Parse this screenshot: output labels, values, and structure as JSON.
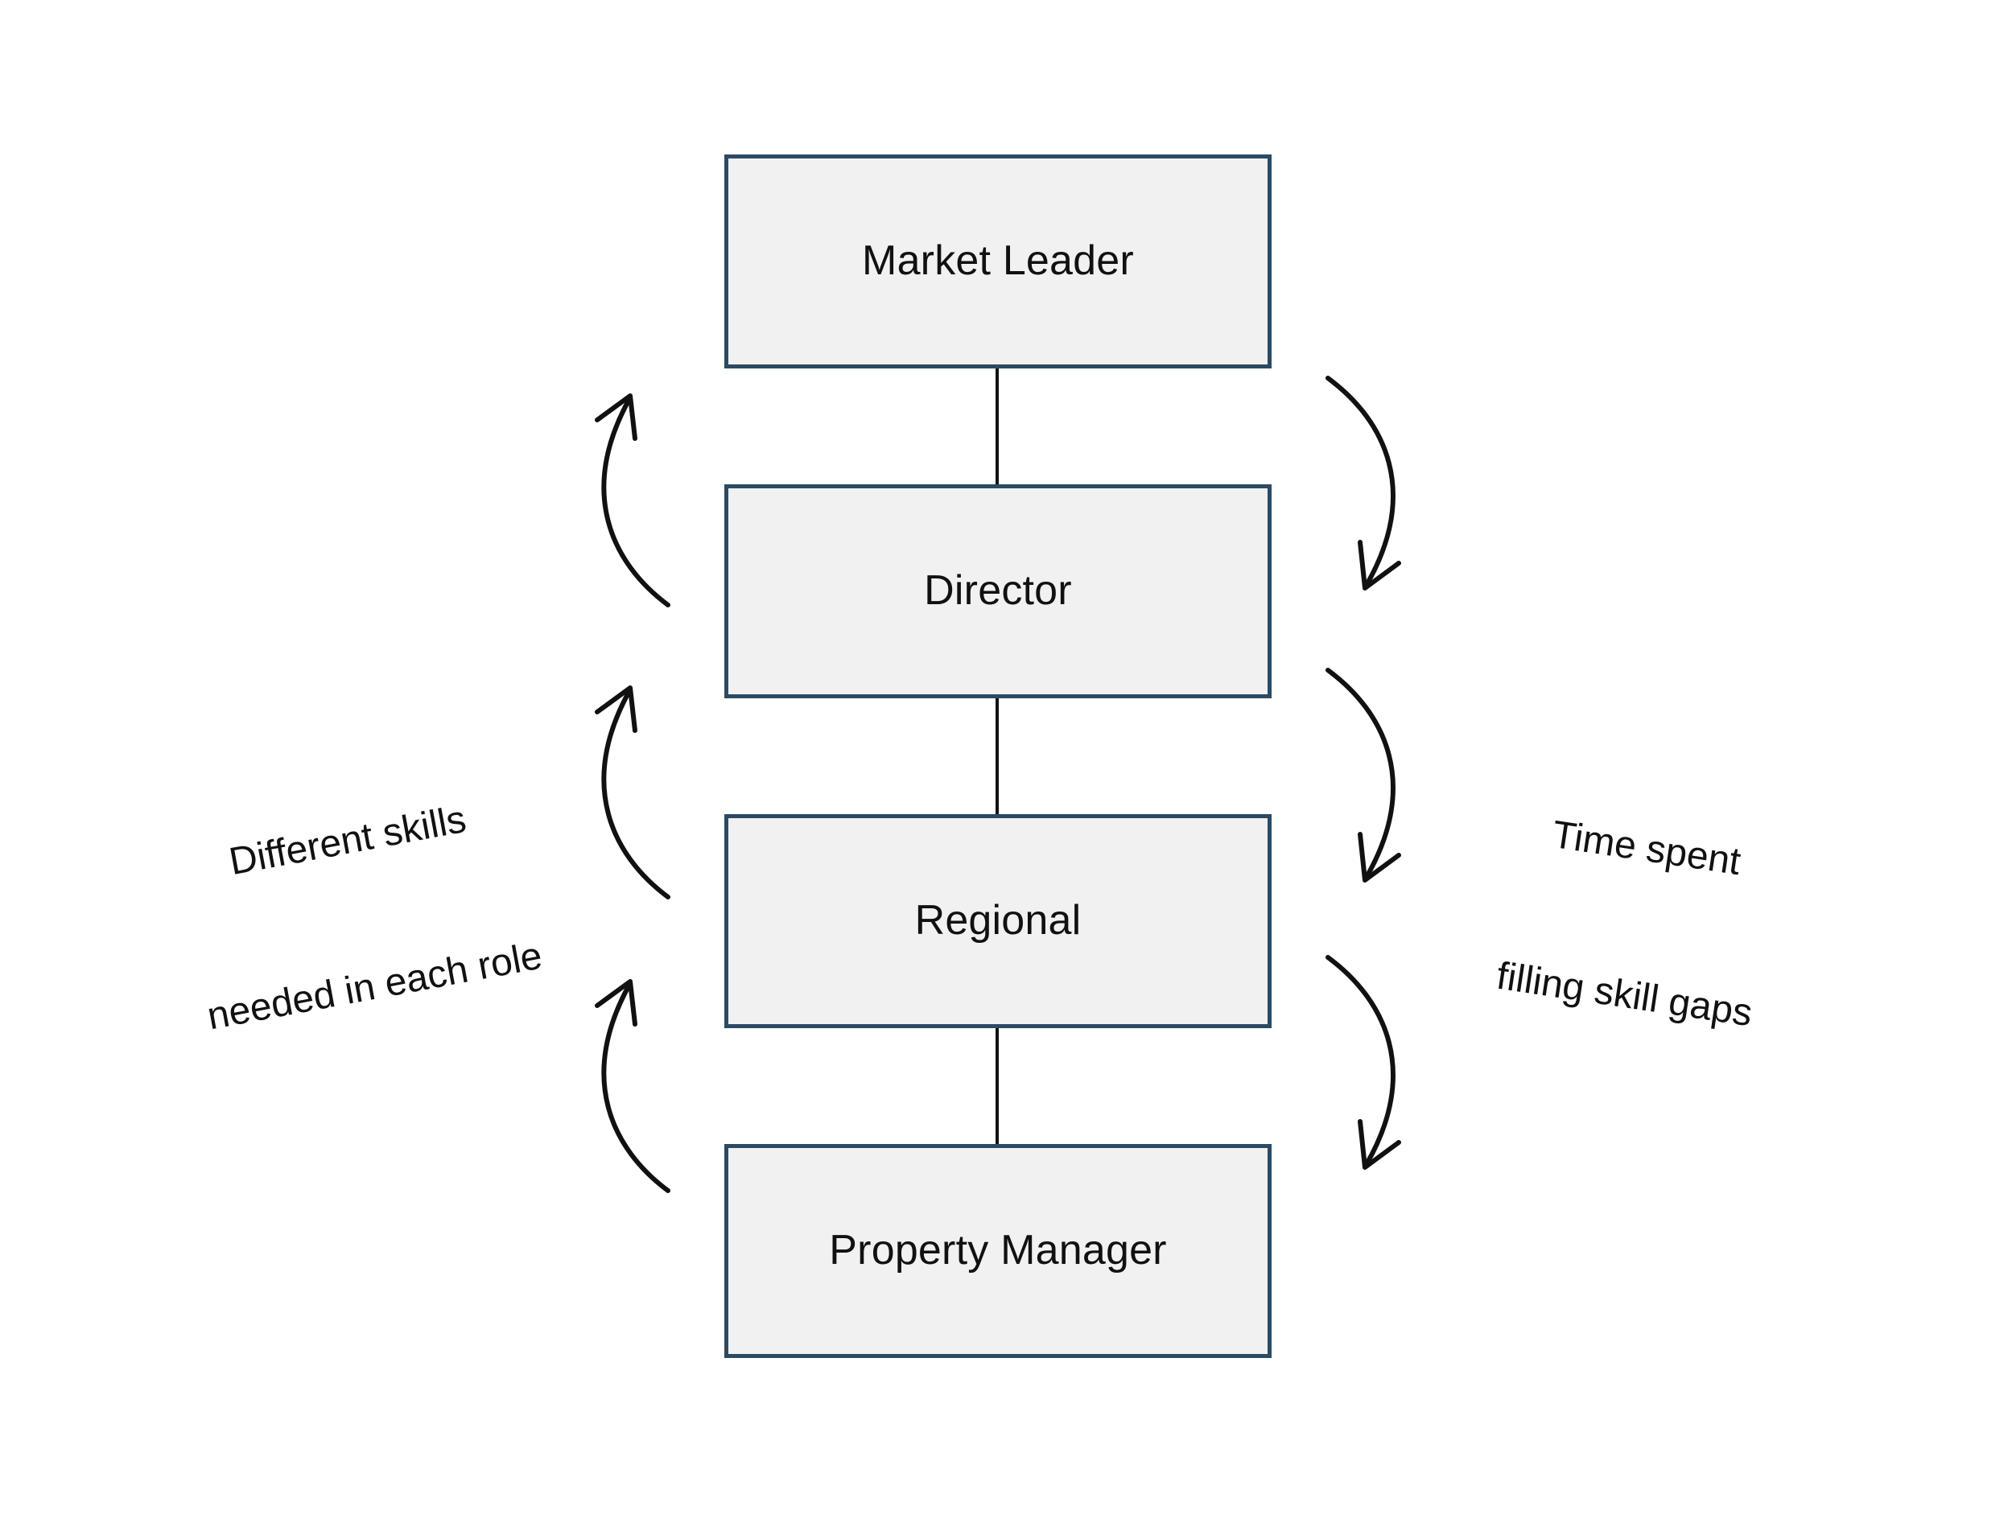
{
  "diagram": {
    "type": "flow-hierarchy",
    "background_color": "#ffffff",
    "node_fill_color": "#f1f1f1",
    "node_border_color": "#2b4a63",
    "connector_color": "#111111",
    "arrow_color": "#111111",
    "text_color": "#111111",
    "nodes": [
      {
        "id": "market-leader",
        "label": "Market Leader",
        "level": 1
      },
      {
        "id": "director",
        "label": "Director",
        "level": 2
      },
      {
        "id": "regional",
        "label": "Regional",
        "level": 3
      },
      {
        "id": "property-manager",
        "label": "Property Manager",
        "level": 4
      }
    ],
    "connectors": [
      {
        "from": "market-leader",
        "to": "director"
      },
      {
        "from": "director",
        "to": "regional"
      },
      {
        "from": "regional",
        "to": "property-manager"
      }
    ],
    "annotations": [
      {
        "id": "left-annotation",
        "side": "left",
        "line1": "Different skills",
        "line2": "needed in each role",
        "direction": "upward",
        "arrow_count": 3
      },
      {
        "id": "right-annotation",
        "side": "right",
        "line1": "Time spent",
        "line2": "filling skill gaps",
        "direction": "downward",
        "arrow_count": 3
      }
    ]
  }
}
